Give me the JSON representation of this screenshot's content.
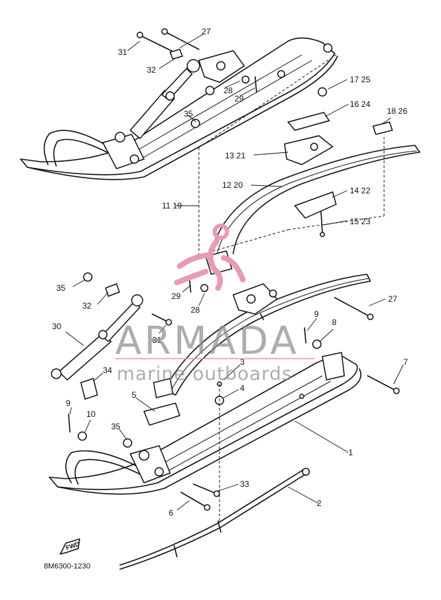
{
  "diagram": {
    "drawing_code": "8M6300-1230",
    "fwd_label": "FWD",
    "callouts_upper": [
      "27",
      "31",
      "32",
      "28",
      "29",
      "35",
      "17 25",
      "16 24",
      "18 26",
      "13 21",
      "12 20",
      "14 22",
      "11 19",
      "15 23"
    ],
    "callouts_lower": [
      "35",
      "32",
      "29",
      "28",
      "27",
      "30",
      "31",
      "9",
      "8",
      "3",
      "4",
      "7",
      "34",
      "5",
      "9",
      "10",
      "35",
      "1",
      "33",
      "2",
      "6"
    ]
  },
  "watermark": {
    "brand": "ARMADA",
    "tagline": "marine outboards",
    "colors": {
      "accent": "#e89ab8",
      "text": "#8d8d8d"
    }
  }
}
